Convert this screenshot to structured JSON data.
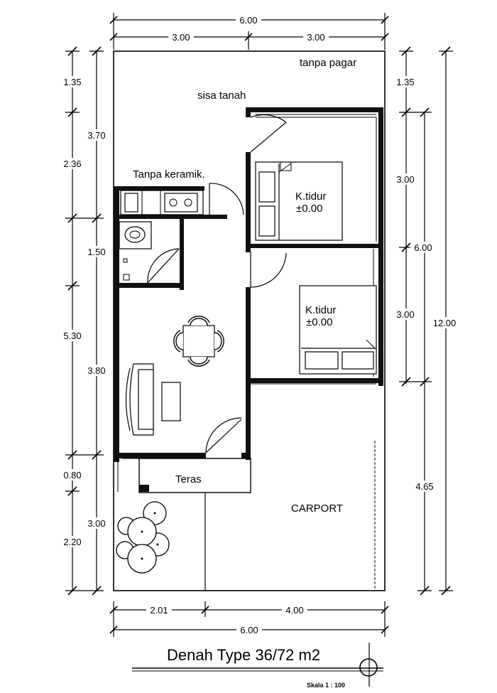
{
  "plan": {
    "title": "Denah Type 36/72 m2",
    "scale": "Skala 1 : 100",
    "labels": {
      "tanpa_pagar": "tanpa pagar",
      "sisa_tanah": "sisa tanah",
      "tanpa_keramik": "Tanpa keramik.",
      "ktidur1": "K.tidur",
      "ktidur1_level": "±0.00",
      "ktidur2": "K.tidur",
      "ktidur2_level": "±0.00",
      "teras": "Teras",
      "carport": "CARPORT"
    },
    "dims": {
      "top_total": "6.00",
      "top_left": "3.00",
      "top_right": "3.00",
      "bottom_left": "2.01",
      "bottom_right": "4.00",
      "bottom_total": "6.00",
      "l1_a": "1.35",
      "l1_b": "2.36",
      "l1_c": "1.50",
      "l1_d": "5.30",
      "l1_e": "0.80",
      "l1_f": "2.20",
      "l2_a": "3.70",
      "l2_b": "3.80",
      "l2_c": "3.00",
      "r1_a": "1.35",
      "r1_b": "3.00",
      "r1_c": "3.00",
      "r1_d": "4.65",
      "r2_a": "6.00",
      "r3_a": "12.00"
    }
  }
}
